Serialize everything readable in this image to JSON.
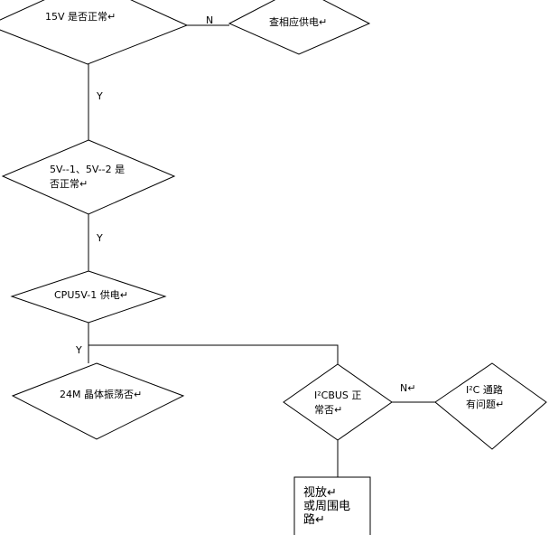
{
  "nodes": {
    "check_15v": "15V 是否正常↵",
    "check_supply": "查相应供电↵",
    "check_5v": "5V--1、5V--2 是\n否正常↵",
    "cpu_supply": "CPU5V-1 供电↵",
    "crystal_24m": "24M 晶体振荡否↵",
    "i2c_bus": "I²CBUS 正\n常否↵",
    "i2c_path": "I²C  通路\n有问题↵",
    "video_circuit": "视放↵\n或周围电\n路↵"
  },
  "edges": {
    "yes": "Y",
    "no": "N",
    "no_mark": "N↵"
  }
}
